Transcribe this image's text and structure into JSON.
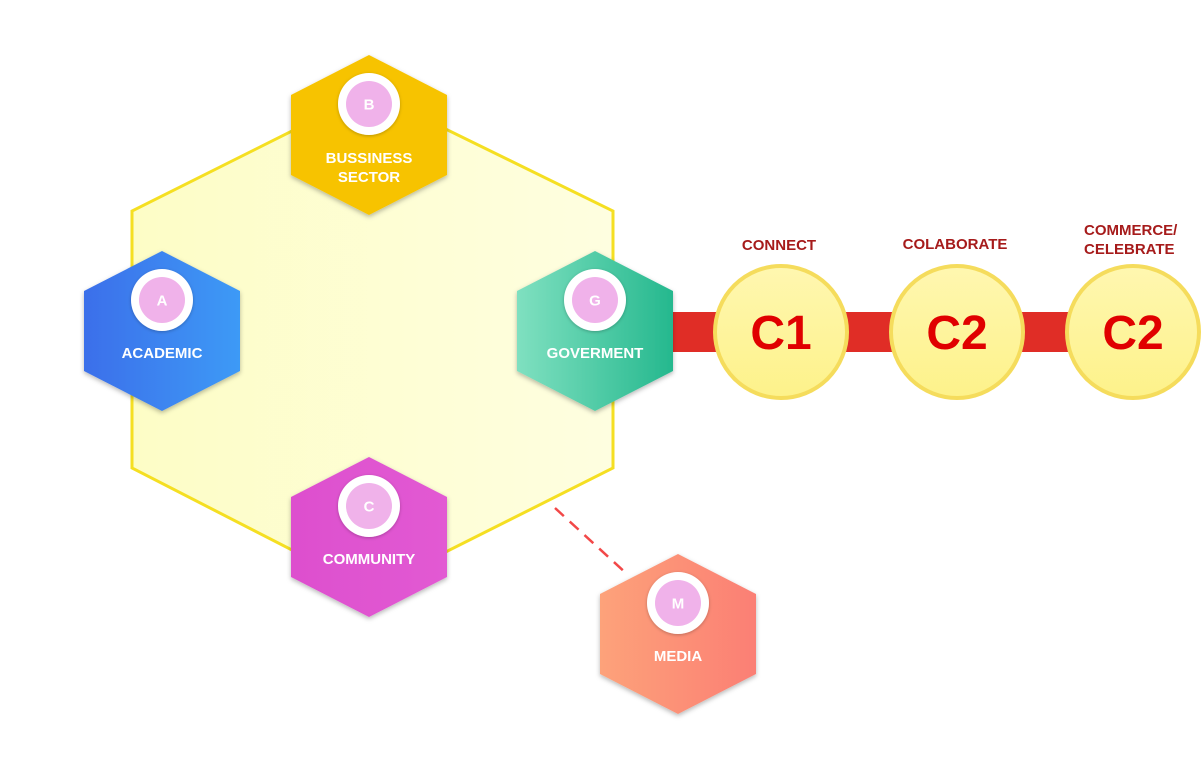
{
  "diagram": {
    "nodes": [
      {
        "id": "B",
        "letter": "B",
        "label_lines": [
          "BUSSINESS",
          "SECTOR"
        ],
        "color_from": "#f7c300",
        "color_to": "#f7c300"
      },
      {
        "id": "A",
        "letter": "A",
        "label_lines": [
          "ACADEMIC"
        ],
        "color_from": "#3b6fea",
        "color_to": "#3d9af6"
      },
      {
        "id": "G",
        "letter": "G",
        "label_lines": [
          "GOVERMENT"
        ],
        "color_from": "#7fe0c0",
        "color_to": "#25b88e"
      },
      {
        "id": "C",
        "letter": "C",
        "label_lines": [
          "COMMUNITY"
        ],
        "color_from": "#dd4fce",
        "color_to": "#e25ad3"
      },
      {
        "id": "M",
        "letter": "M",
        "label_lines": [
          "MEDIA"
        ],
        "color_from": "#fda27a",
        "color_to": "#fb7f74"
      }
    ],
    "stages": [
      {
        "code": "C1",
        "label_lines": [
          "CONNECT"
        ]
      },
      {
        "code": "C2",
        "label_lines": [
          "COLABORATE"
        ]
      },
      {
        "code": "C2",
        "label_lines": [
          "COMMERCE/",
          "CELEBRATE"
        ]
      }
    ],
    "colors": {
      "big_hexagon_fill": "#fdfdcf",
      "big_hexagon_stroke": "#f5df22",
      "connector_bar": "#e02d26",
      "stage_circle_fill": "#fdf799",
      "stage_circle_stroke": "#f5dc5c",
      "dashed_link": "#f24848"
    }
  }
}
